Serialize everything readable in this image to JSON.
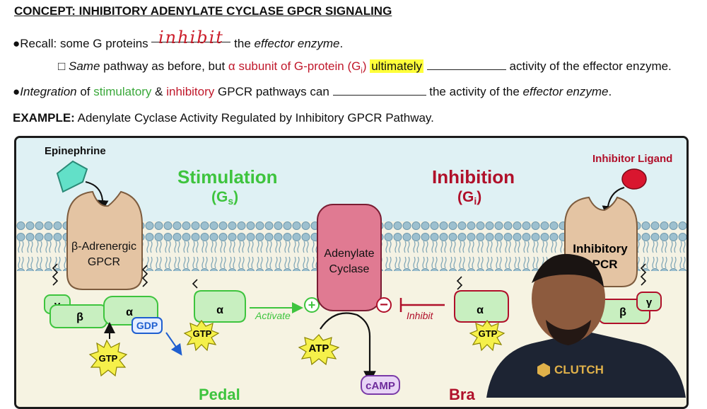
{
  "concept": {
    "prefix": "CONCEPT:",
    "title": "INHIBITORY ADENYLATE CYCLASE GPCR SIGNALING"
  },
  "line1": {
    "bullet": "●",
    "text1": "Recall: some G proteins ",
    "handwritten": "inhibit",
    "text2": " the ",
    "italic": "effector enzyme",
    "end": "."
  },
  "line2": {
    "box": "□",
    "italic": "Same",
    "text1": " pathway as before, but ",
    "red": "α subunit of G-protein (G",
    "red_sub": "i",
    "red_end": ")",
    "highlight": "ultimately",
    "text2": " activity of the effector enzyme."
  },
  "line3": {
    "bullet": "●",
    "italic": "Integration",
    "text1": " of ",
    "green": "stimulatory",
    "amp": " & ",
    "red": "inhibitory",
    "text2": " GPCR pathways can ",
    "text3": " the activity of the ",
    "italic2": "effector enzyme",
    "end": "."
  },
  "example": {
    "label": "EXAMPLE:",
    "text": " Adenylate Cyclase Activity Regulated by Inhibitory GPCR Pathway."
  },
  "diagram": {
    "epinephrine": "Epinephrine",
    "inhibitor_ligand": "Inhibitor Ligand",
    "stimulation": "Stimulation",
    "gs": "G",
    "gs_sub": "s",
    "inhibition": "Inhibition",
    "gi": "G",
    "gi_sub": "i",
    "b_adrenergic_1": "β-Adrenergic",
    "b_adrenergic_2": "GPCR",
    "adenylate_1": "Adenylate",
    "adenylate_2": "Cyclase",
    "inhibitory_1": "Inhibitory",
    "inhibitory_2": "GPCR",
    "gamma": "γ",
    "beta": "β",
    "alpha": "α",
    "gdp": "GDP",
    "gtp": "GTP",
    "atp": "ATP",
    "camp": "cAMP",
    "activate": "Activate",
    "inhibit": "Inhibit",
    "plus": "+",
    "minus": "−",
    "pedal": "Pedal",
    "brake": "Bra",
    "clutch": "CLUTCH"
  },
  "colors": {
    "stim": "#3ec43e",
    "inhib": "#b0102a",
    "membrane": "#a9c9d8",
    "receptor": "#e4c4a3",
    "gprotein": "#c8efc0",
    "cyclase": "#e07a92"
  }
}
